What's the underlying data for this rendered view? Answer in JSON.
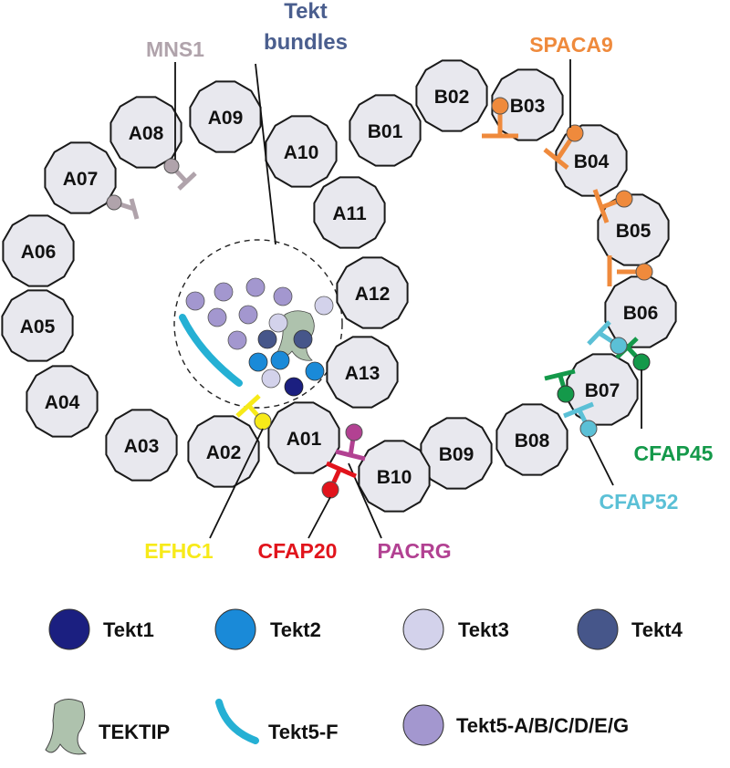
{
  "protofilaments_A": [
    "A01",
    "A02",
    "A03",
    "A04",
    "A05",
    "A06",
    "A07",
    "A08",
    "A09",
    "A10",
    "A11",
    "A12",
    "A13"
  ],
  "protofilaments_B": [
    "B01",
    "B02",
    "B03",
    "B04",
    "B05",
    "B06",
    "B07",
    "B08",
    "B09",
    "B10"
  ],
  "labels": {
    "tekt_bundles_line1": "Tekt",
    "tekt_bundles_line2": "bundles",
    "mns1": "MNS1",
    "spaca9": "SPACA9",
    "cfap45": "CFAP45",
    "cfap52": "CFAP52",
    "efhc1": "EFHC1",
    "cfap20": "CFAP20",
    "pacrg": "PACRG"
  },
  "colors": {
    "mns1": "#b0a3ab",
    "spaca9": "#ef8a3c",
    "cfap45": "#14994a",
    "cfap52": "#5bc0d6",
    "efhc1": "#f7ea19",
    "cfap20": "#e1141c",
    "pacrg": "#b24192",
    "tekt_bundles": "#4a5e8e",
    "tekt1": "#1b1f80",
    "tekt2": "#1a8ad8",
    "tekt3": "#d3d2eb",
    "tekt4": "#46568a",
    "tekt5f": "#25b0d4",
    "tekt5abc": "#a397cf",
    "tektip": "#aec2ad"
  },
  "legend": [
    {
      "label": "Tekt1",
      "shape": "circle",
      "color": "#1b1f80"
    },
    {
      "label": "Tekt2",
      "shape": "circle",
      "color": "#1a8ad8"
    },
    {
      "label": "Tekt3",
      "shape": "circle",
      "color": "#d3d2eb"
    },
    {
      "label": "Tekt4",
      "shape": "circle",
      "color": "#46568a"
    },
    {
      "label": "TEKTIP",
      "shape": "tektip-blob",
      "color": "#aec2ad"
    },
    {
      "label": "Tekt5-F",
      "shape": "arc-stroke",
      "color": "#25b0d4"
    },
    {
      "label": "Tekt5-A/B/C/D/E/G",
      "shape": "circle",
      "color": "#a397cf"
    }
  ]
}
